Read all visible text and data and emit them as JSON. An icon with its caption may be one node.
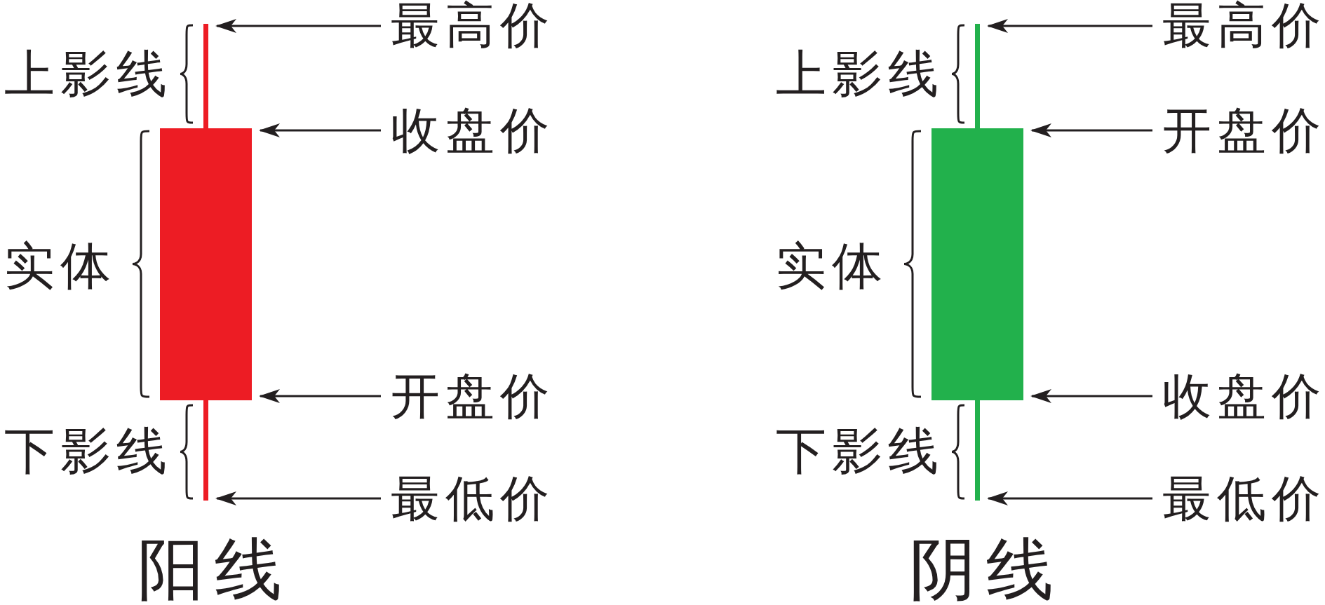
{
  "diagram": {
    "nodes": [
      {
        "text": [
          "最高价"
        ]
      },
      {
        "text": [],
        "shape": "bar"
      },
      {
        "text": [
          "收盘价"
        ]
      },
      {
        "text": [],
        "shape": "bar"
      },
      {
        "text": [
          "开盘价"
        ]
      },
      {
        "text": [],
        "shape": "bar"
      },
      {
        "text": [
          "最低价"
        ]
      },
      {
        "text": [
          "最高价"
        ]
      },
      {
        "text": [],
        "shape": "bar"
      },
      {
        "text": [
          "开盘价"
        ]
      },
      {
        "text": [],
        "shape": "bar"
      },
      {
        "text": [
          "收盘价"
        ]
      },
      {
        "text": [],
        "shape": "bar"
      },
      {
        "text": [
          "最低价"
        ]
      }
    ],
    "edges": [
      {
        "from": 0,
        "to": 1,
        "arrow": "to"
      },
      {
        "from": 2,
        "to": 3,
        "arrow": "to"
      },
      {
        "from": 4,
        "to": 3,
        "arrow": "to"
      },
      {
        "from": 6,
        "to": 5,
        "arrow": "to"
      },
      {
        "from": 7,
        "to": 8,
        "arrow": "to"
      },
      {
        "from": 9,
        "to": 10,
        "arrow": "to"
      },
      {
        "from": 11,
        "to": 10,
        "arrow": "to"
      },
      {
        "from": 13,
        "to": 12,
        "arrow": "to"
      }
    ],
    "labels": [
      "上影线",
      "实体",
      "下影线",
      "阳线",
      "上影线",
      "实体",
      "下影线",
      "阴线"
    ]
  }
}
